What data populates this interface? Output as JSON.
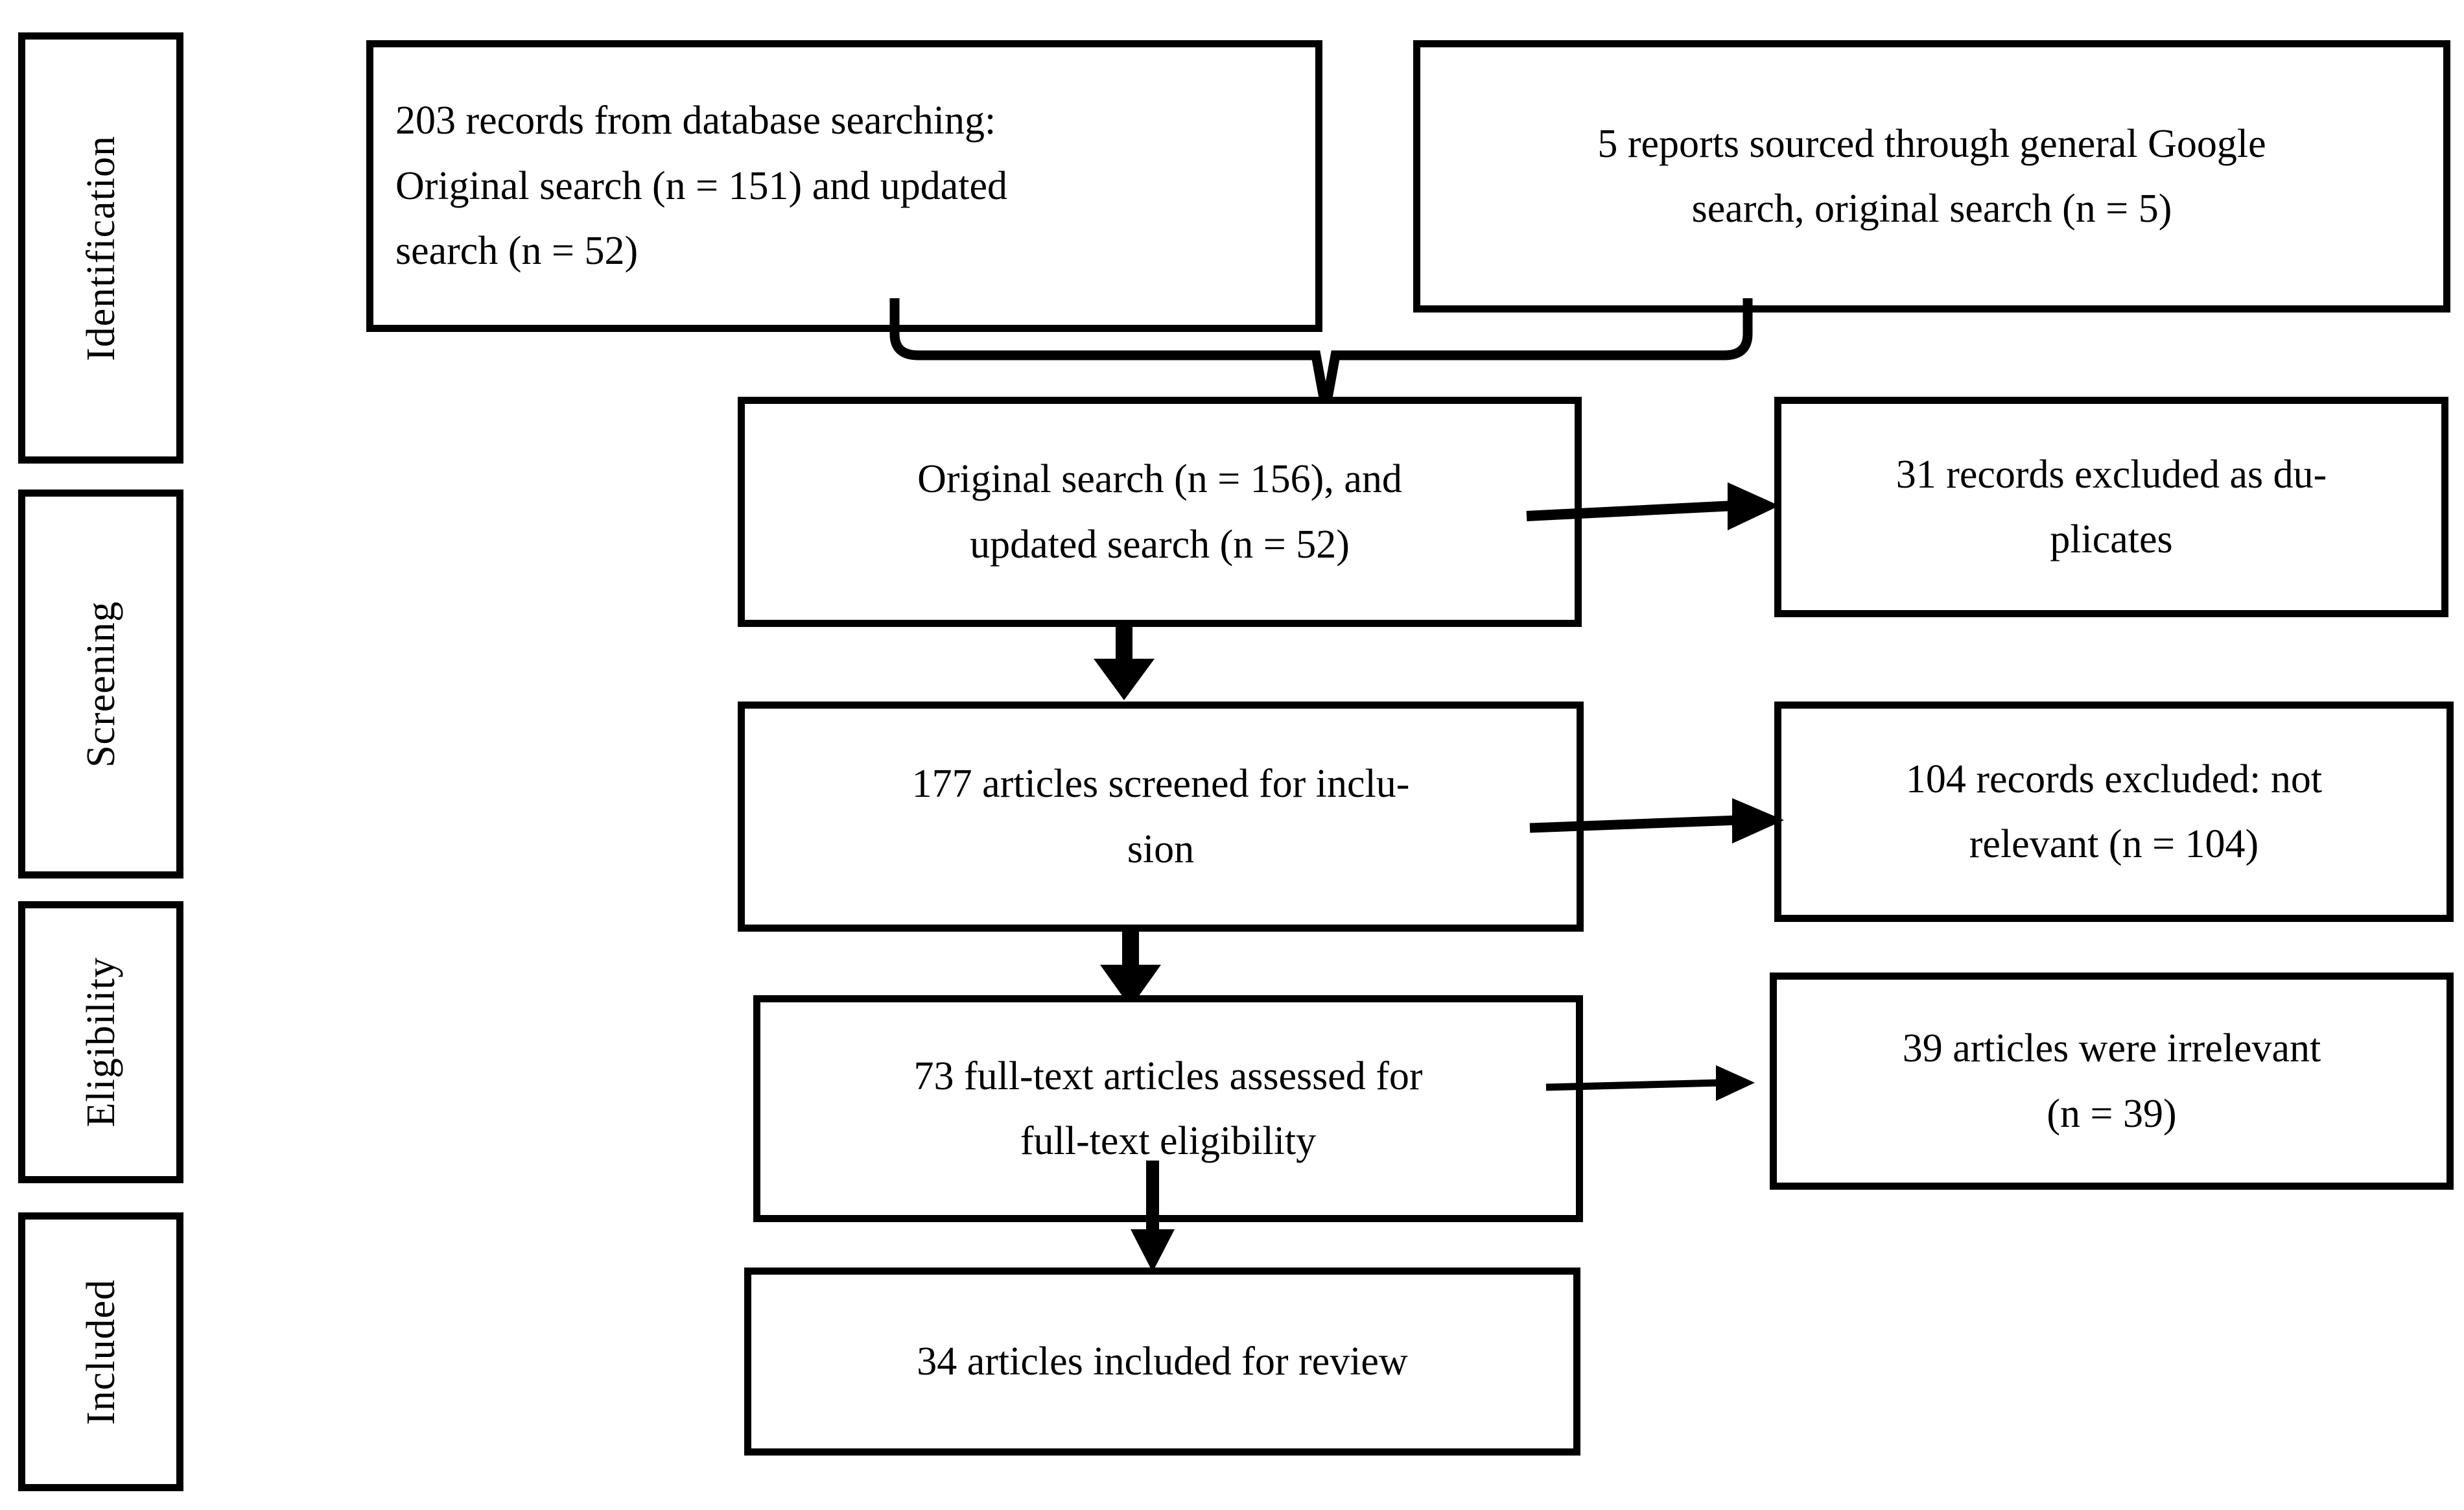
{
  "diagram": {
    "title": "PRISMA study selection flow diagram",
    "line_color": "#000000",
    "background": "#ffffff"
  },
  "stages": [
    {
      "id": "identification",
      "label": "Identification"
    },
    {
      "id": "screening",
      "label": "Screening"
    },
    {
      "id": "eligibility",
      "label": "Eligibility"
    },
    {
      "id": "included",
      "label": "Included"
    }
  ],
  "boxes": {
    "database_records": {
      "line1": "203 records from database searching:",
      "line2": "Original search (n = 151) and updated",
      "line3": "search (n = 52)",
      "full_text": "203 records from database searching: Original search (n = 151) and updated search (n = 52)"
    },
    "google_reports": {
      "line1": "5 reports sourced through general Google",
      "line2": "search, original search (n = 5)",
      "full_text": "5 reports sourced through general Google search, original search (n = 5)"
    },
    "combined_searches": {
      "line1": "Original search (n = 156), and",
      "line2": "updated search (n = 52)",
      "full_text": "Original search (n = 156), and updated search (n = 52)"
    },
    "duplicates_excluded": {
      "line1": "31 records excluded as du-",
      "line2": "plicates",
      "full_text": "31 records excluded as duplicates"
    },
    "screened": {
      "line1": "177 articles screened for inclu-",
      "line2": "sion",
      "full_text": "177 articles screened for inclusion"
    },
    "not_relevant_excluded": {
      "line1": "104 records excluded: not",
      "line2": "relevant (n = 104)",
      "full_text": "104 records excluded: not relevant (n = 104)"
    },
    "fulltext_assessed": {
      "line1": "73 full-text articles assessed for",
      "line2": "full-text eligibility",
      "full_text": "73 full-text articles assessed for full-text eligibility"
    },
    "irrelevant_articles": {
      "line1": "39 articles were irrelevant",
      "line2": "(n = 39)",
      "full_text": "39 articles were irrelevant (n = 39)"
    },
    "included_for_review": {
      "line1": "34 articles included for review",
      "full_text": "34 articles included for review"
    }
  },
  "counts": {
    "database_records": 203,
    "original_search": 151,
    "updated_search": 52,
    "google_reports": 5,
    "combined_original": 156,
    "combined_updated": 52,
    "duplicates_excluded": 31,
    "screened": 177,
    "not_relevant_excluded": 104,
    "fulltext_assessed": 73,
    "irrelevant_articles": 39,
    "included_for_review": 34
  }
}
